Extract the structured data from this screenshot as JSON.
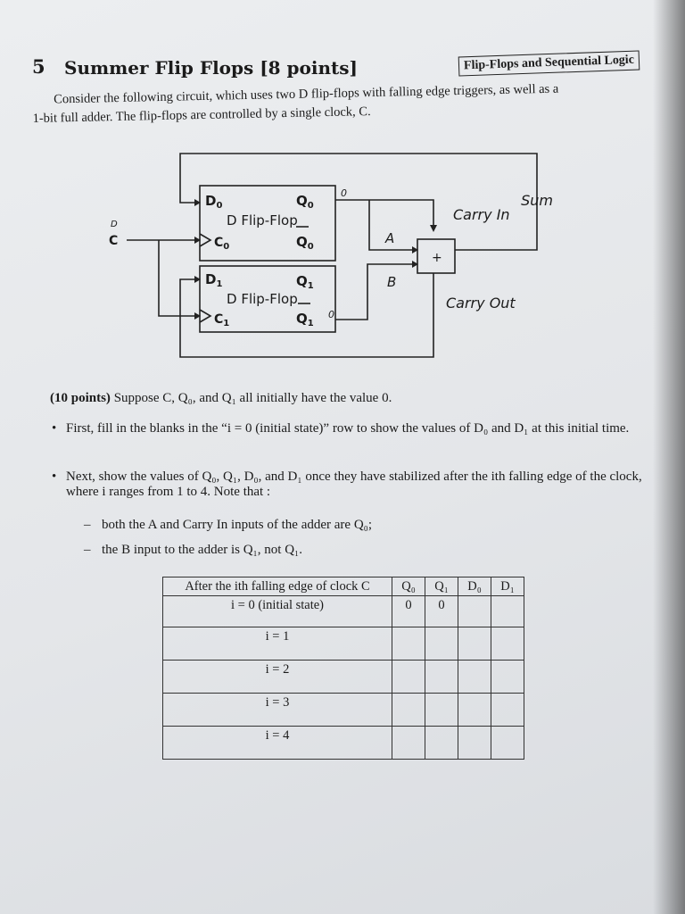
{
  "section": {
    "number": "5",
    "title": "Summer Flip Flops [8 points]",
    "topic": "Flip-Flops and Sequential Logic"
  },
  "intro": {
    "line1": "Consider the following circuit, which uses two D flip-flops with falling edge triggers, as well as a",
    "line2": "1-bit full adder. The flip-flops are controlled by a single clock, C."
  },
  "circuit": {
    "ff0": {
      "d": "D",
      "d_sub": "0",
      "q": "Q",
      "q_sub": "0",
      "name": "D Flip-Flop",
      "clk": "C",
      "clk_sub": "0",
      "qbar": "Q",
      "qbar_sub": "0"
    },
    "ff1": {
      "d": "D",
      "d_sub": "1",
      "q": "Q",
      "q_sub": "1",
      "name": "D Flip-Flop",
      "clk": "C",
      "clk_sub": "1",
      "qbar": "Q",
      "qbar_sub": "1"
    },
    "clock_label": "C",
    "handwritten_d": "D",
    "handwritten_q0": "0",
    "handwritten_q1bar": "0",
    "adder_symbol": "+",
    "label_a": "A",
    "label_b": "B",
    "label_carry_in": "Carry In",
    "label_carry_out": "Carry Out",
    "label_sum": "Sum"
  },
  "question": {
    "points": "(10 points)",
    "prompt": "Suppose C, Q₀, and Q₁ all initially have the value 0.",
    "bullet1": "First, fill in the blanks in the “i = 0 (initial state)” row to show the values of D₀ and D₁ at this initial time.",
    "bullet2": "Next, show the values of Q₀, Q₁, D₀, and D₁ once they have stabilized after the ith falling edge of the clock, where i ranges from 1 to 4. Note that :",
    "sub1": "both the A and Carry In inputs of the adder are Q₀;",
    "sub2": "the B input to the adder is Q₁, not Q₁."
  },
  "table": {
    "headers": [
      "After the ith falling edge of clock C",
      "Q₀",
      "Q₁",
      "D₀",
      "D₁"
    ],
    "rows": [
      {
        "label": "i = 0 (initial state)",
        "q0": "0",
        "q1": "0",
        "d0": "",
        "d1": ""
      },
      {
        "label": "i = 1",
        "q0": "",
        "q1": "",
        "d0": "",
        "d1": ""
      },
      {
        "label": "i = 2",
        "q0": "",
        "q1": "",
        "d0": "",
        "d1": ""
      },
      {
        "label": "i = 3",
        "q0": "",
        "q1": "",
        "d0": "",
        "d1": ""
      },
      {
        "label": "i = 4",
        "q0": "",
        "q1": "",
        "d0": "",
        "d1": ""
      }
    ]
  }
}
